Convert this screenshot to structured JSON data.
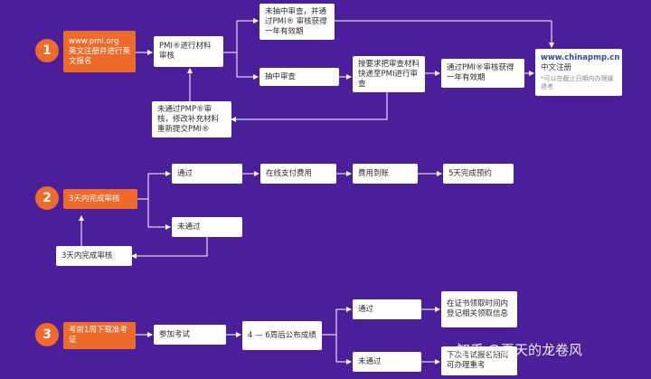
{
  "steps": [
    "1",
    "2",
    "3"
  ],
  "section1": {
    "start": "www.pmi.org\n英文注册并进行英文报名",
    "review": "PMI®进行材料审核",
    "not_selected": "未抽中审查，并通过PMI® 审核获得一年有效期",
    "selected": "抽中审查",
    "submit_audit": "按要求把审查材料快递至PMI进行审查",
    "pass_audit": "通过PMI®审核获得一年有效期",
    "fail_audit": "未通过PMP®审核，修改补充材料重新提交PMI®",
    "final_main": "www.chinapmp.cn",
    "final_sub": "中文注册",
    "final_note": "*可以在截止日期内办理缓退考"
  },
  "section2": {
    "start": "3天内完成审核",
    "pass": "通过",
    "pay": "在线支付费用",
    "received": "费用到账",
    "booked": "5天完成预约",
    "fail": "未通过",
    "redo": "3天内完成审核"
  },
  "section3": {
    "start": "考前1周下载准考证",
    "exam": "参加考试",
    "result": "4 — 6周后公布成绩",
    "pass": "通过",
    "pass_next": "在证书领取时间内登记相关领取信息",
    "fail": "未通过",
    "fail_next": "下次考试报名期间可办理重考"
  },
  "watermark": {
    "logo": "知乎",
    "text": "@夏天的龙卷风"
  },
  "colors": {
    "background": "#4b1f9a",
    "accent": "#ee6a2b",
    "box": "#ffffff",
    "line": "#ffffff"
  }
}
